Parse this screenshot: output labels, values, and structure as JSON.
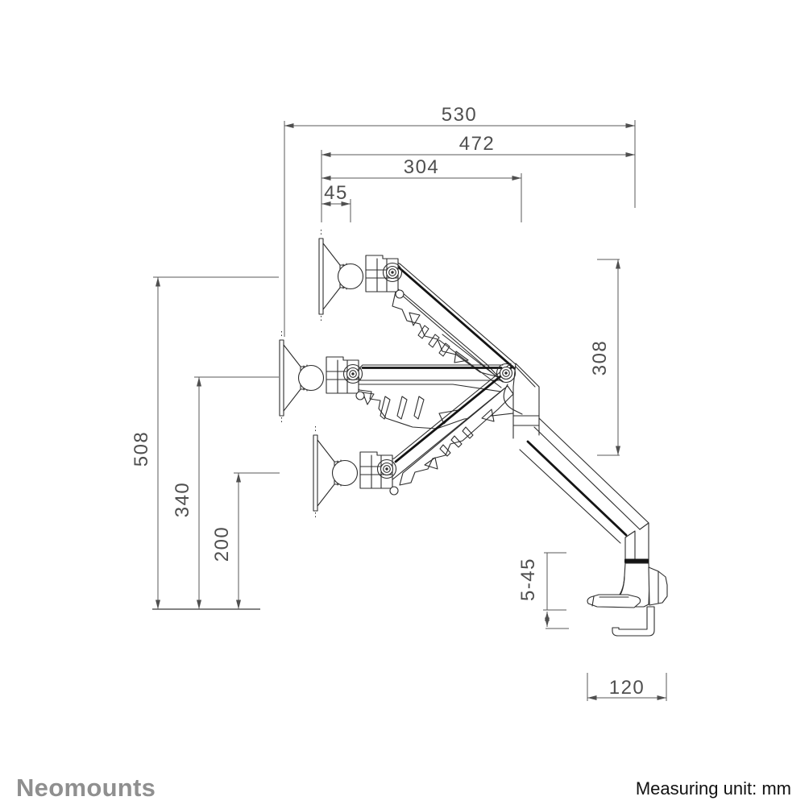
{
  "title": "Monitor arm dimensional drawing",
  "colors": {
    "line": "#2d2d2d",
    "dim": "#5a5a5a",
    "dimtext": "#4f4f4f",
    "accent": "#141414",
    "brand": "#8f8f8f",
    "note": "#111111",
    "bg": "#ffffff"
  },
  "dimensions": {
    "horizontal_top": [
      {
        "label": "530"
      },
      {
        "label": "472"
      },
      {
        "label": "304"
      },
      {
        "label": "45"
      }
    ],
    "vertical_left": [
      {
        "label": "508"
      },
      {
        "label": "340"
      },
      {
        "label": "200"
      }
    ],
    "vertical_right": {
      "label": "308"
    },
    "clamp_range": {
      "label": "5-45"
    },
    "clamp_width": {
      "label": "120"
    }
  },
  "footer": {
    "brand": "Neomounts",
    "note": "Measuring unit: mm"
  }
}
